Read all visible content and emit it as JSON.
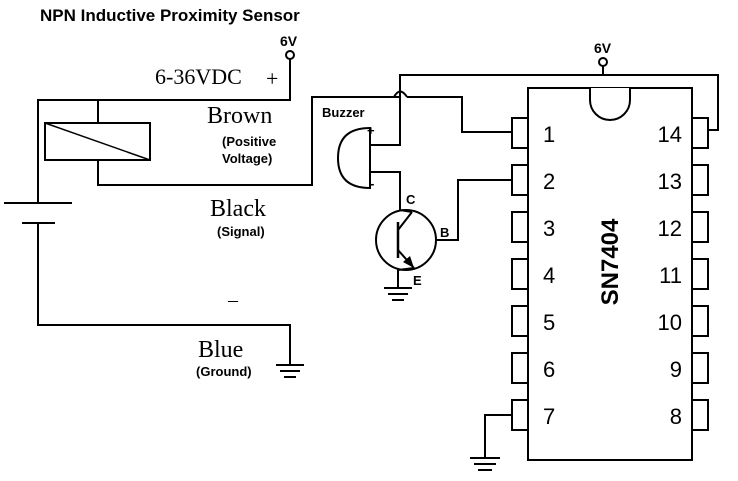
{
  "title": "NPN Inductive Proximity Sensor",
  "supply_left": "6V",
  "supply_right": "6V",
  "voltage_range": "6-36VDC",
  "plus_sign": "+",
  "minus_sign": "–",
  "wires": {
    "brown": "Brown",
    "brown_sub": "(Positive",
    "brown_sub2": "Voltage)",
    "black": "Black",
    "black_sub": "(Signal)",
    "blue": "Blue",
    "blue_sub": "(Ground)"
  },
  "buzzer": {
    "label": "Buzzer",
    "plus": "+",
    "minus": "-"
  },
  "transistor": {
    "c": "C",
    "b": "B",
    "e": "E"
  },
  "ic": {
    "name": "SN7404",
    "left_pins": [
      "1",
      "2",
      "3",
      "4",
      "5",
      "6",
      "7"
    ],
    "right_pins": [
      "14",
      "13",
      "12",
      "11",
      "10",
      "9",
      "8"
    ]
  }
}
